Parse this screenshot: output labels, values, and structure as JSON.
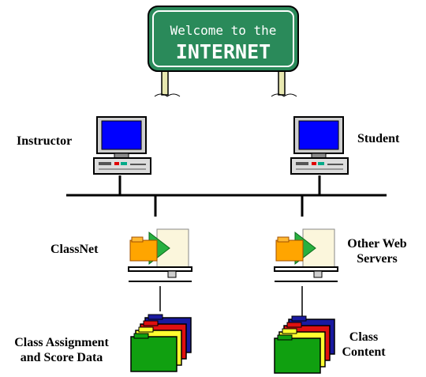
{
  "sign": {
    "line1": "Welcome to the",
    "line2": "INTERNET",
    "color": "#2a8a5a"
  },
  "nodes": {
    "instructor": "Instructor",
    "student": "Student",
    "classnet": "ClassNet",
    "other_servers_line1": "Other Web",
    "other_servers_line2": "Servers",
    "class_data_line1": "Class Assignment",
    "class_data_line2": "and Score Data",
    "class_content_line1": "Class",
    "class_content_line2": "Content"
  },
  "icons": {
    "computer": "desktop-computer-icon",
    "server": "web-server-icon",
    "folders": "folder-stack-icon"
  }
}
